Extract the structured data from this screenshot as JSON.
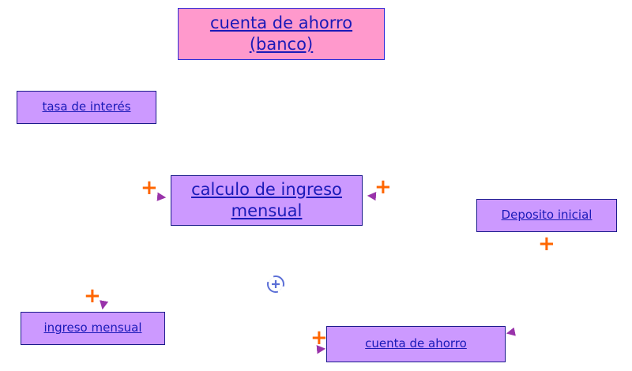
{
  "colors": {
    "title_fill": "#ff99cc",
    "node_fill": "#cc99ff",
    "node_border": "#1a1a8c",
    "text": "#1a1ab8",
    "link": "#9933aa",
    "plus": "#ff6600",
    "hub": "#5b6fd6"
  },
  "title": {
    "line1": "cuenta de ahorro",
    "line2": "(banco)"
  },
  "nodes": {
    "tasa": "tasa de interés",
    "calculo_line1": "calculo de ingreso",
    "calculo_line2": "mensual",
    "deposito": "Deposito inicial",
    "ingreso": "ingreso mensual",
    "cuenta": "cuenta de ahorro"
  },
  "markers": {
    "plus": "+"
  },
  "icons": {
    "hub": "circle-plus-icon"
  }
}
